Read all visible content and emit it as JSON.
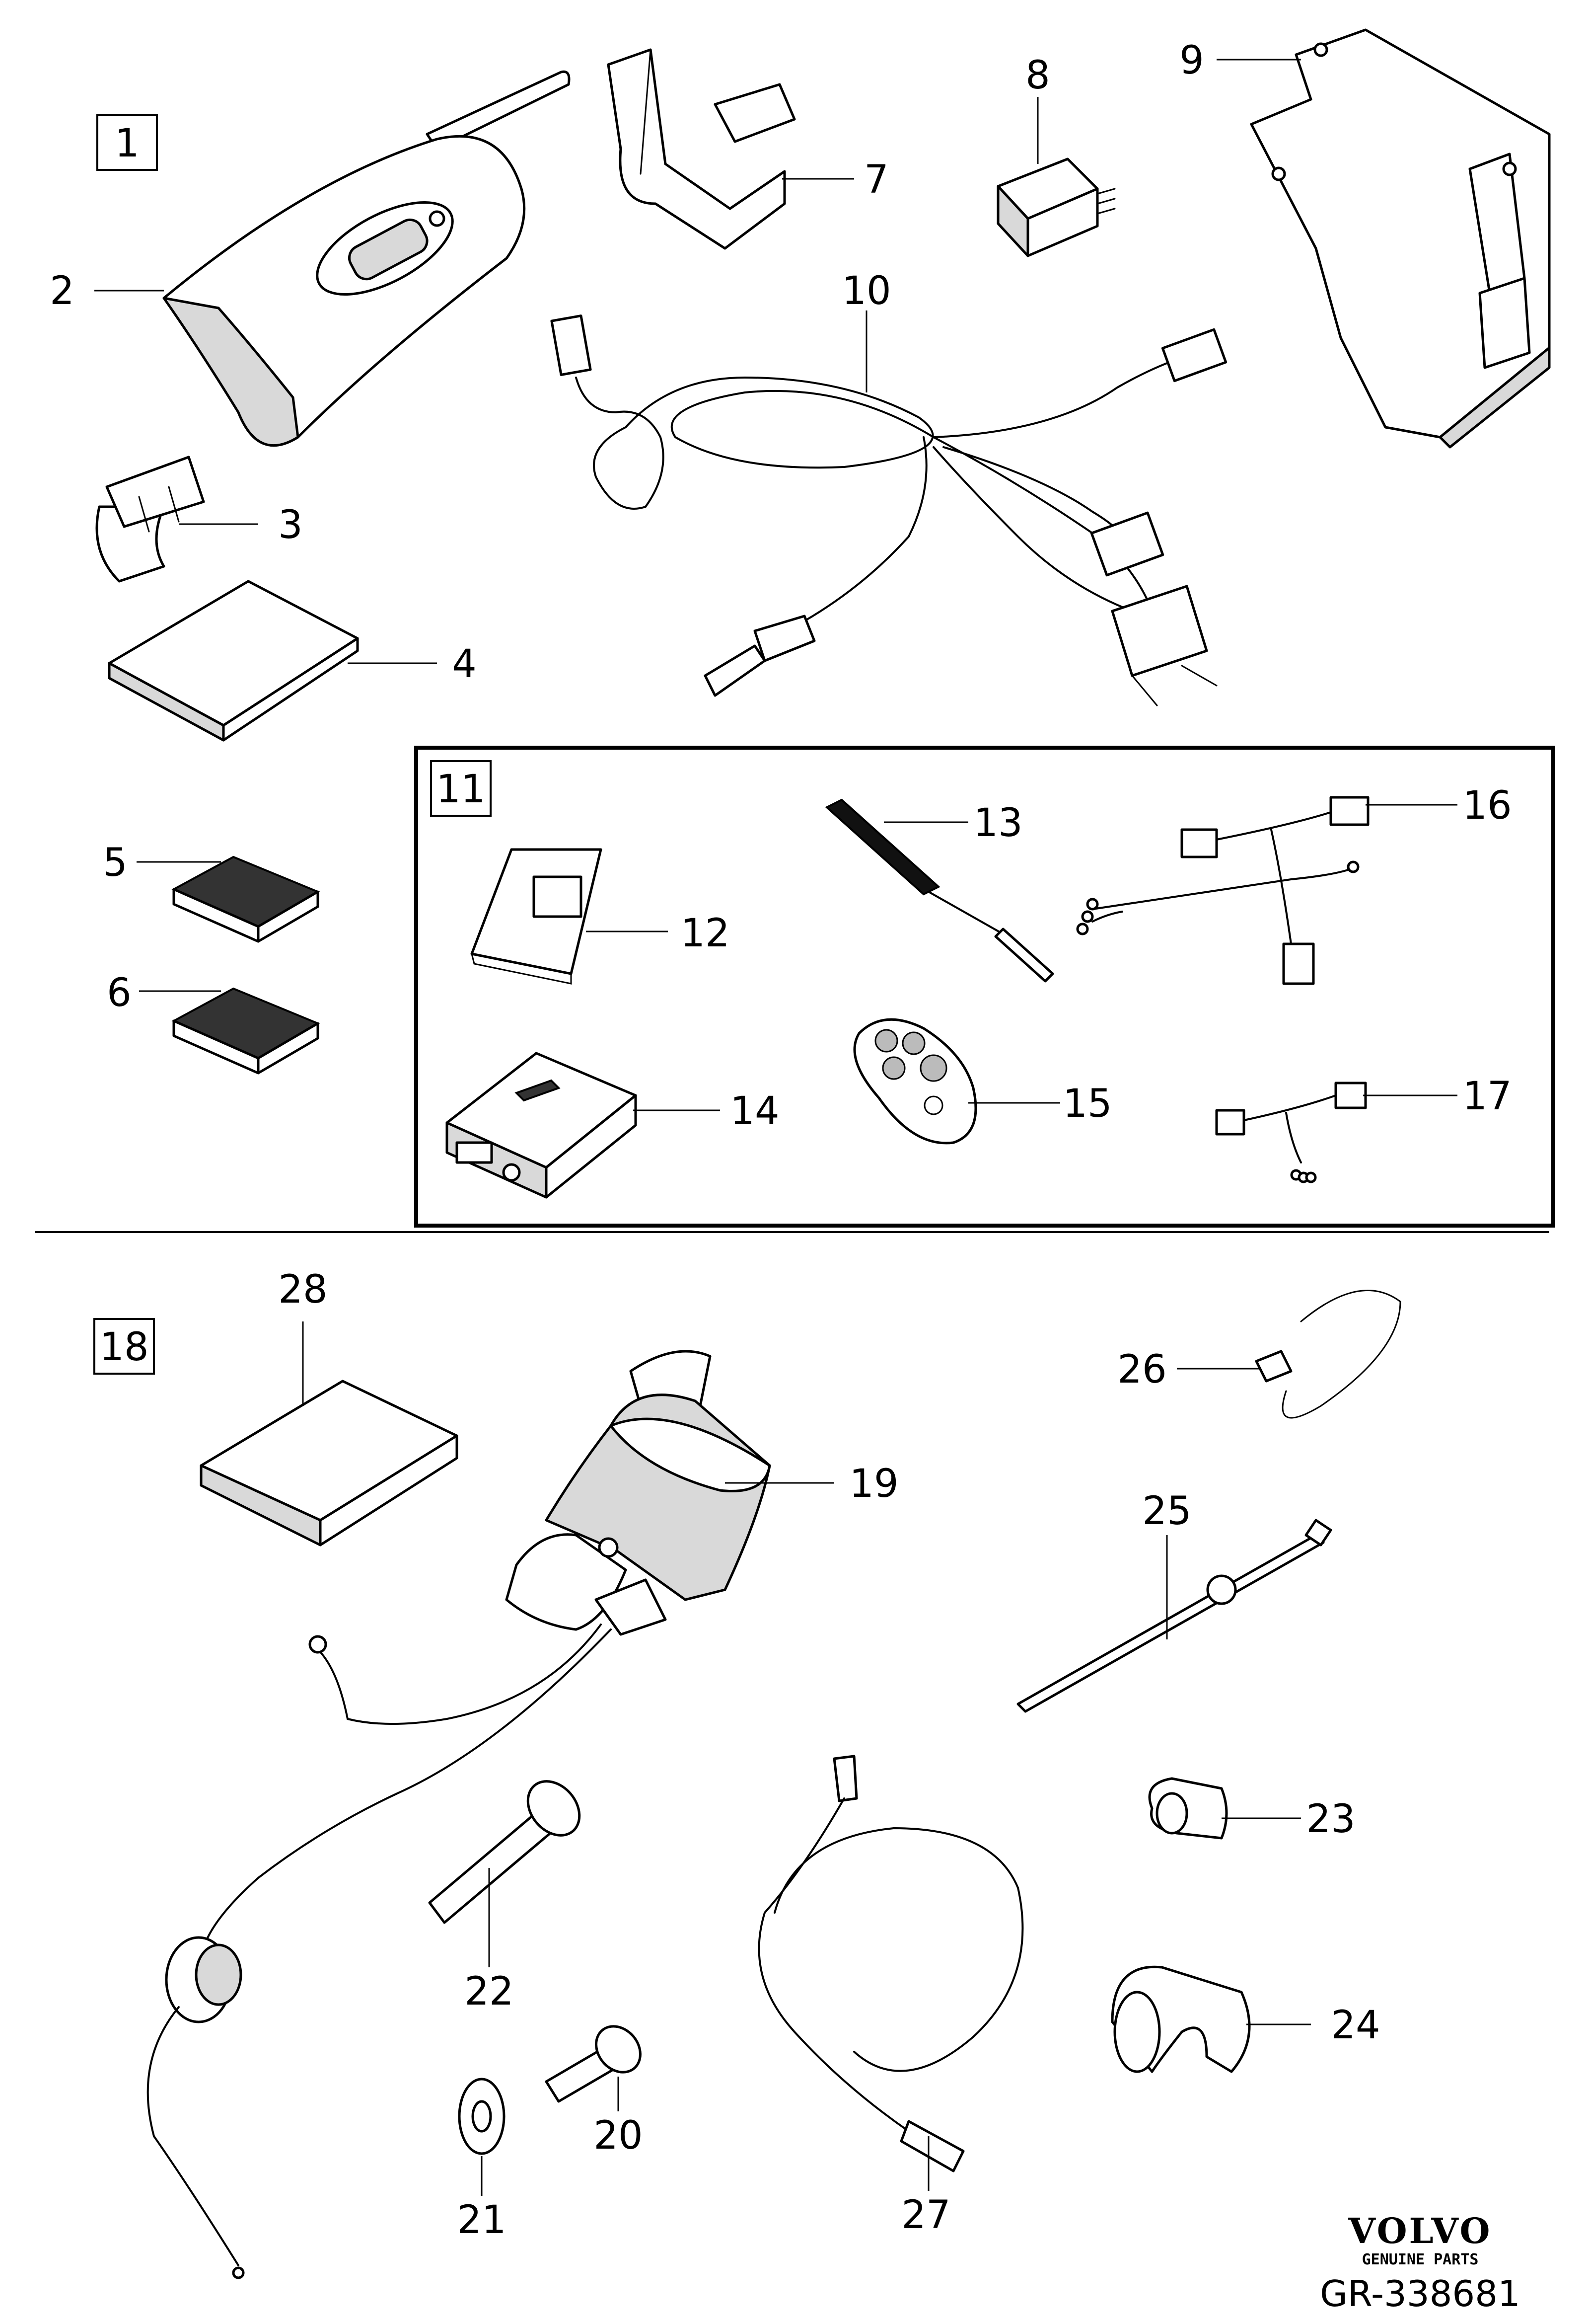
{
  "callouts": {
    "c1": "1",
    "c2": "2",
    "c3": "3",
    "c4": "4",
    "c5": "5",
    "c6": "6",
    "c7": "7",
    "c8": "8",
    "c9": "9",
    "c10": "10",
    "c11": "11",
    "c12": "12",
    "c13": "13",
    "c14": "14",
    "c15": "15",
    "c16": "16",
    "c17": "17",
    "c18": "18",
    "c19": "19",
    "c20": "20",
    "c21": "21",
    "c22": "22",
    "c23": "23",
    "c24": "24",
    "c25": "25",
    "c26": "26",
    "c27": "27",
    "c28": "28"
  },
  "footer": {
    "brand": "VOLVO",
    "brand_sub": "GENUINE PARTS",
    "reference": "GR-338681"
  }
}
